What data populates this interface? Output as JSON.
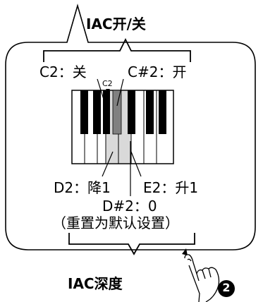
{
  "top_label": "IAC开/关",
  "bottom_label": "IAC深度",
  "note_c2": "C2：关",
  "note_cs2": "C#2：开",
  "key_marker": "C2",
  "note_d2": "D2：降1",
  "note_e2": "E2：升1",
  "note_ds2": "D#2：0",
  "reset_note": "（重置为默认设置）",
  "step_number": "2",
  "colors": {
    "highlight_white_key": "#d9d9d9",
    "highlight_black_key": "#808080",
    "bubble_stroke": "#000000"
  }
}
